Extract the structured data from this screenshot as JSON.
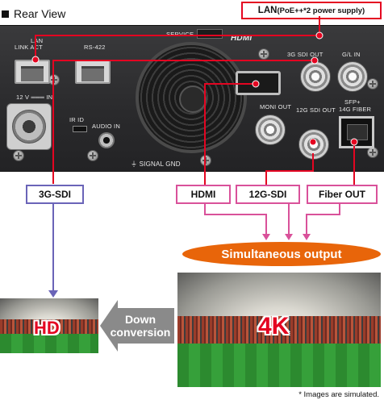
{
  "header": {
    "title": "Rear View"
  },
  "lan_callout": {
    "label_main": "LAN ",
    "label_detail": "(PoE++*2 power supply)"
  },
  "panel": {
    "service": "SERVICE",
    "hdmi_logo": "HDMI",
    "lan": "LAN",
    "link_act": "LINK  ACT",
    "rs422": "RS-422",
    "dc_in": "12 V ═══ IN",
    "ir_id": "IR  ID",
    "audio_in": "AUDIO IN",
    "signal_gnd": "SIGNAL GND",
    "sdi3g_out": "3G SDI OUT",
    "gl_in": "G/L IN",
    "moni_out": "MONI OUT",
    "sdi12g_out": "12G SDI OUT",
    "sfp_line1": "SFP+",
    "sfp_line2": "14G FIBER"
  },
  "labels": {
    "sdi3g": "3G-SDI",
    "hdmi": "HDMI",
    "sdi12g": "12G-SDI",
    "fiber": "Fiber OUT",
    "simultaneous": "Simultaneous output"
  },
  "images": {
    "hd": "HD",
    "k4": "4K"
  },
  "conversion": {
    "line1": "Down",
    "line2": "conversion"
  },
  "footnote": "* Images are simulated.",
  "colors": {
    "red": "#e40521",
    "pink": "#d9519a",
    "blue": "#6a64b8",
    "orange": "#e8650a",
    "grey_arrow": "#8a8a8a"
  }
}
